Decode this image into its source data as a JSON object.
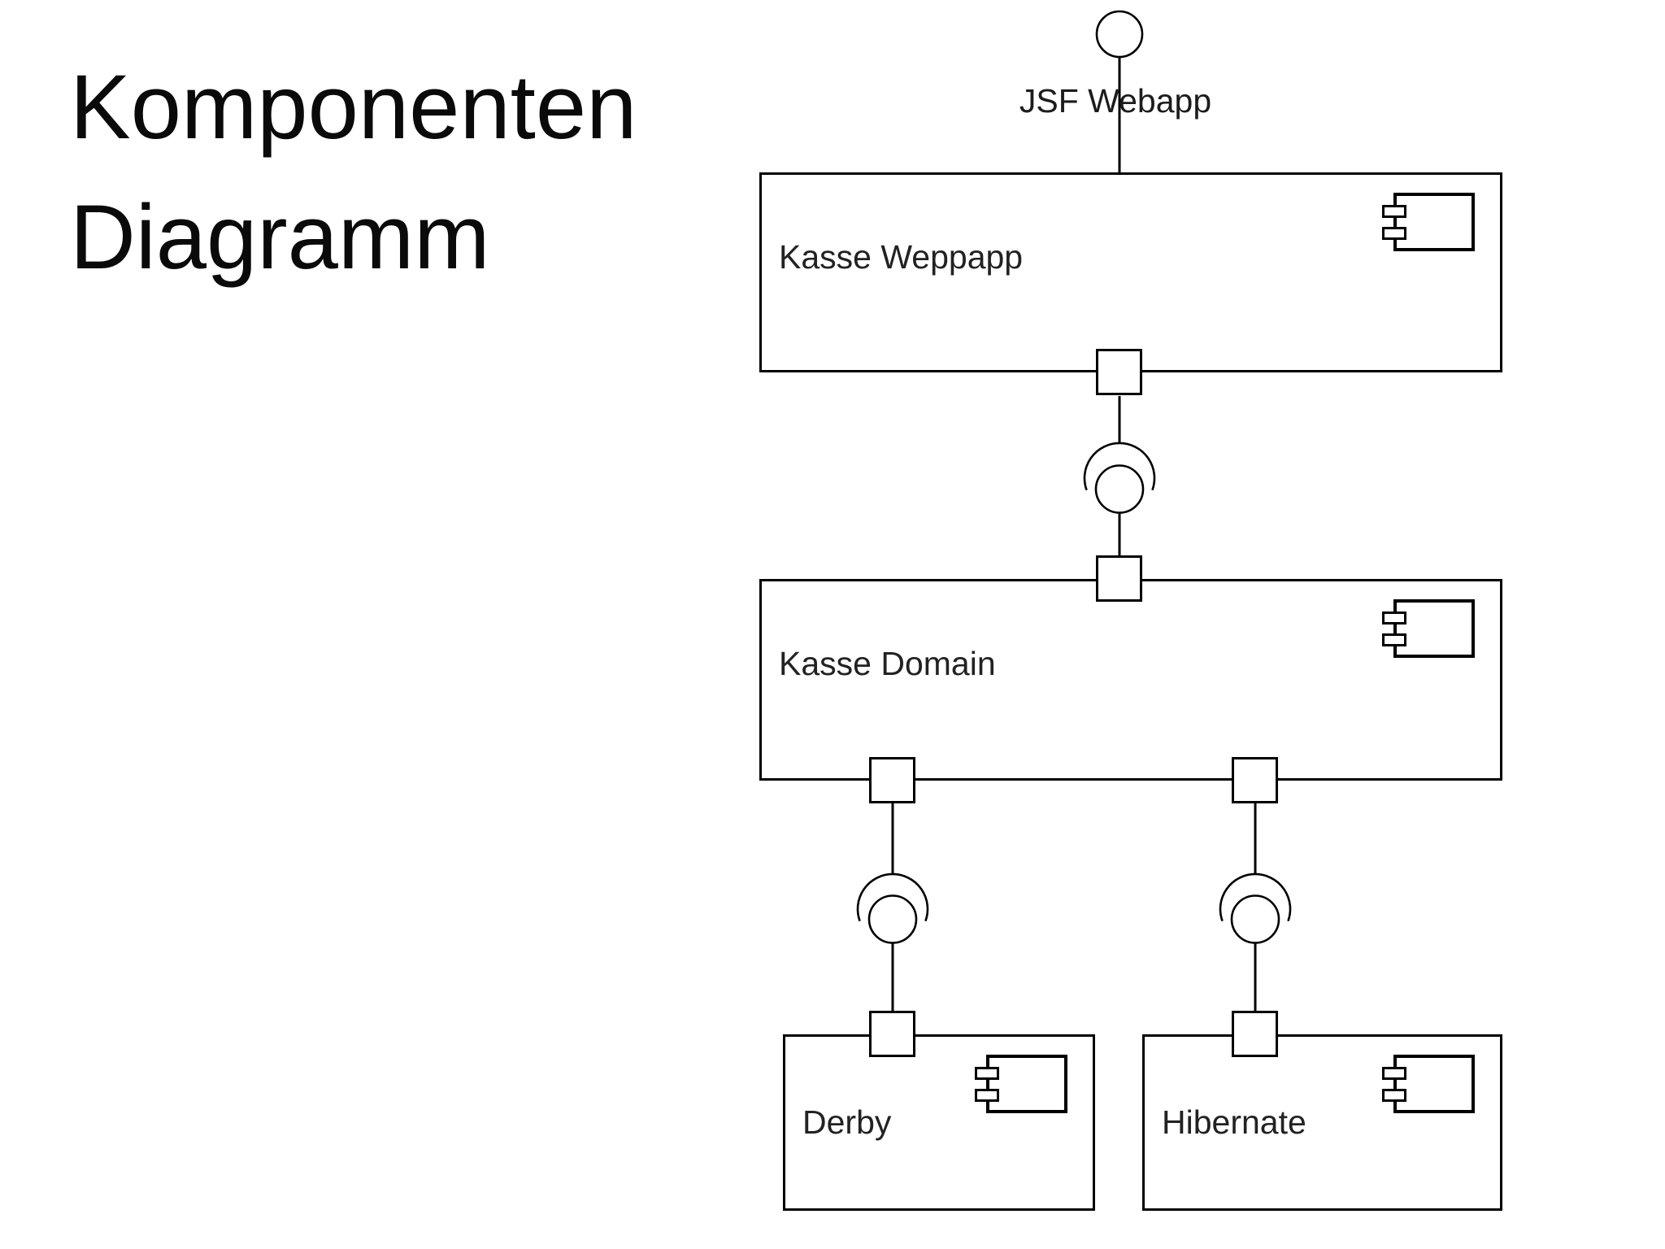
{
  "title": {
    "line1": "Komponenten",
    "line2": "Diagramm"
  },
  "diagram": {
    "type": "uml-component-diagram",
    "interface": {
      "label": "JSF Webapp",
      "kind": "provided-interface-lollipop"
    },
    "components": [
      {
        "label": "Kasse Weppapp"
      },
      {
        "label": "Kasse Domain"
      },
      {
        "label": "Derby"
      },
      {
        "label": "Hibernate"
      }
    ],
    "connectors": [
      {
        "from": "JSF Webapp",
        "to": "Kasse Weppapp",
        "type": "provided-interface"
      },
      {
        "from": "Kasse Weppapp",
        "to": "Kasse Domain",
        "type": "ball-and-socket"
      },
      {
        "from": "Kasse Domain",
        "to": "Derby",
        "type": "ball-and-socket"
      },
      {
        "from": "Kasse Domain",
        "to": "Hibernate",
        "type": "ball-and-socket"
      }
    ],
    "colors": {
      "stroke": "#000000",
      "fill": "#ffffff",
      "text": "#1c1c1c"
    }
  }
}
